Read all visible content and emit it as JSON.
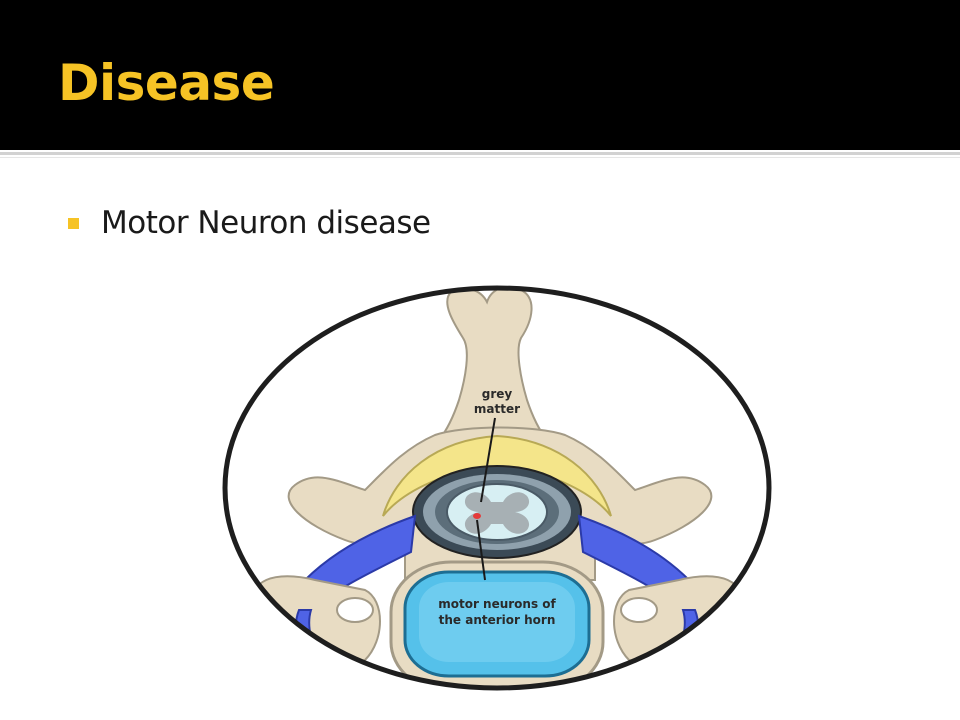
{
  "slide": {
    "title": "Disease",
    "bullets": [
      {
        "text": "Motor Neuron disease"
      }
    ]
  },
  "diagram": {
    "labels": {
      "grey_matter_line1": "grey",
      "grey_matter_line2": "matter",
      "motor_neurons_line1": "motor neurons of",
      "motor_neurons_line2": "the anterior horn"
    }
  },
  "colors": {
    "title_bar": "#000000",
    "title_text": "#f6c325",
    "bullet_marker": "#f6c325",
    "bone": "#e8dcc3",
    "ligament": "#f4e58a",
    "nerve": "#4f63e6",
    "vertebral_body": "#55c1ea",
    "cord": "#d7eff3"
  }
}
